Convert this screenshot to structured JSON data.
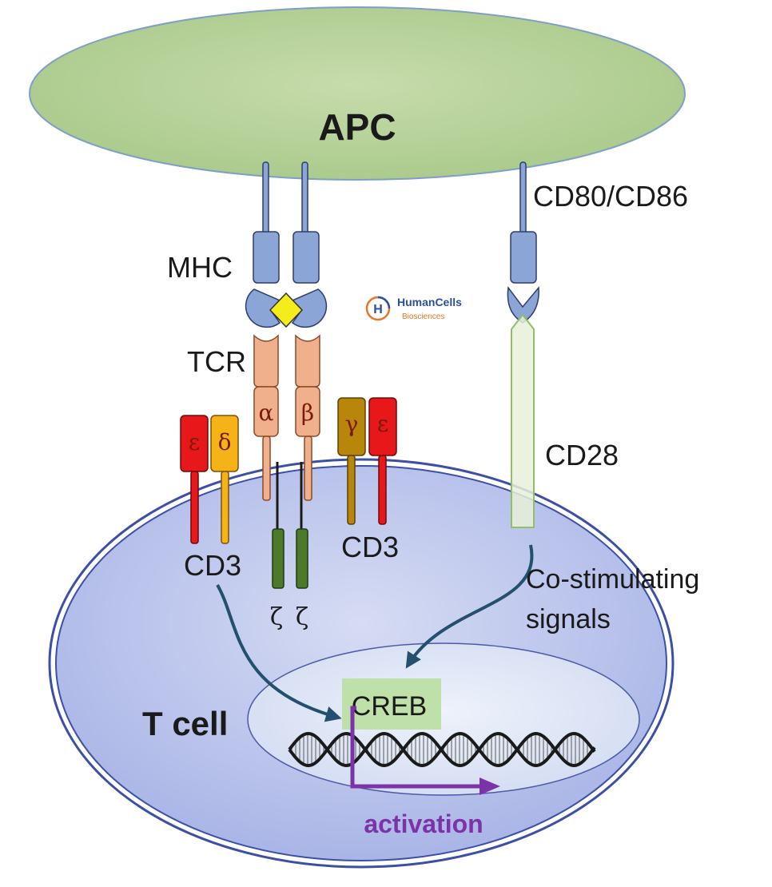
{
  "labels": {
    "apc": "APC",
    "cd80": "CD80/CD86",
    "mhc": "MHC",
    "tcr": "TCR",
    "cd28": "CD28",
    "cd3_left": "CD3",
    "cd3_right": "CD3",
    "zeta_left": "ζ",
    "zeta_right": "ζ",
    "costim_line1": "Co-stimulating",
    "costim_line2": "signals",
    "tcell": "T cell",
    "creb": "CREB",
    "activation": "activation"
  },
  "chains": {
    "alpha": "α",
    "beta": "β",
    "epsilon_left": "ε",
    "delta": "δ",
    "gamma": "γ",
    "epsilon_right": "ε"
  },
  "logo": {
    "letter": "H",
    "name": "HumanCells",
    "sub": "Biosciences"
  },
  "colors": {
    "apc_fill": "#b9d39a",
    "tcell_fill": "#c2caee",
    "nucleus_fill": "#dfe6f6",
    "receptor_blue": "#8aa5d6",
    "tcr_peach": "#f0b08c",
    "epsilon_red": "#e8171a",
    "delta_yellow": "#f6b318",
    "gamma_olive": "#b8860b",
    "zeta_green": "#4c7a2a",
    "signal_arrow": "#24506e",
    "activation_purple": "#7d33a8",
    "creb_box": "#bfe0a8",
    "antigen_yellow": "#f5ec1c"
  }
}
